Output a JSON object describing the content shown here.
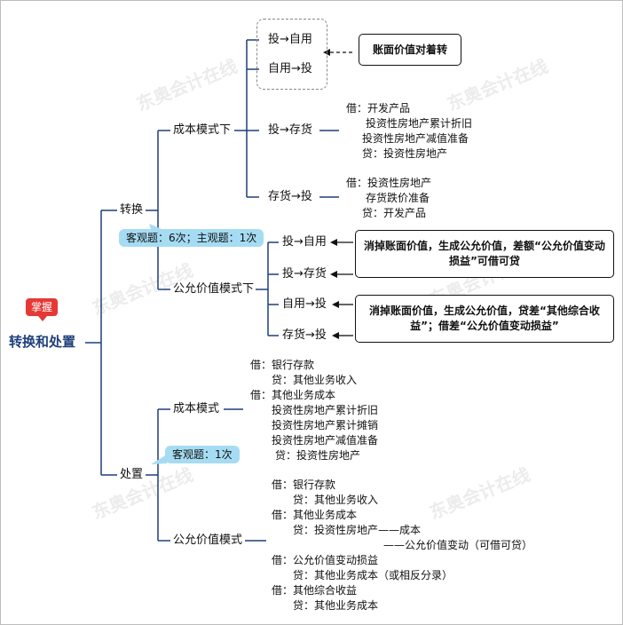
{
  "badge": "掌握",
  "root": "转换和处置",
  "watermark": "东奥会计在线",
  "transfer": {
    "label": "转换",
    "callout": "客观题：6次；主观题：1次",
    "cost": {
      "label": "成本模式下",
      "n1": "投→自用",
      "n2": "自用→投",
      "n1n2_box": "账面价值对着转",
      "n3": "投→存货",
      "n3_entry": [
        "借：开发产品",
        "投资性房地产累计折旧",
        "投资性房地产减值准备",
        "贷：投资性房地产"
      ],
      "n4": "存货→投",
      "n4_entry": [
        "借：投资性房地产",
        "存货跌价准备",
        "贷：开发产品"
      ]
    },
    "fair": {
      "label": "公允价值模式下",
      "n1": "投→自用",
      "n2": "投→存货",
      "box1": "消掉账面价值，生成公允价值，差额“公允价值变动损益”可借可贷",
      "n3": "自用→投",
      "n4": "存货→投",
      "box2": "消掉账面价值，生成公允价值，贷差“其他综合收益”；借差“公允价值变动损益”"
    }
  },
  "disposal": {
    "label": "处置",
    "callout": "客观题：1次",
    "cost": {
      "label": "成本模式",
      "entry": [
        "借：银行存款",
        "贷：其他业务收入",
        "借：其他业务成本",
        "投资性房地产累计折旧",
        "投资性房地产累计摊销",
        "投资性房地产减值准备",
        "贷：投资性房地产"
      ]
    },
    "fair": {
      "label": "公允价值模式",
      "entry": [
        "借：银行存款",
        "贷：其他业务收入",
        "借：其他业务成本",
        "贷：投资性房地产——成本",
        "——公允价值变动（可借可贷）",
        "借：公允价值变动损益",
        "贷：其他业务成本（或相反分录）",
        "借：其他综合收益",
        "贷：其他业务成本"
      ]
    }
  }
}
